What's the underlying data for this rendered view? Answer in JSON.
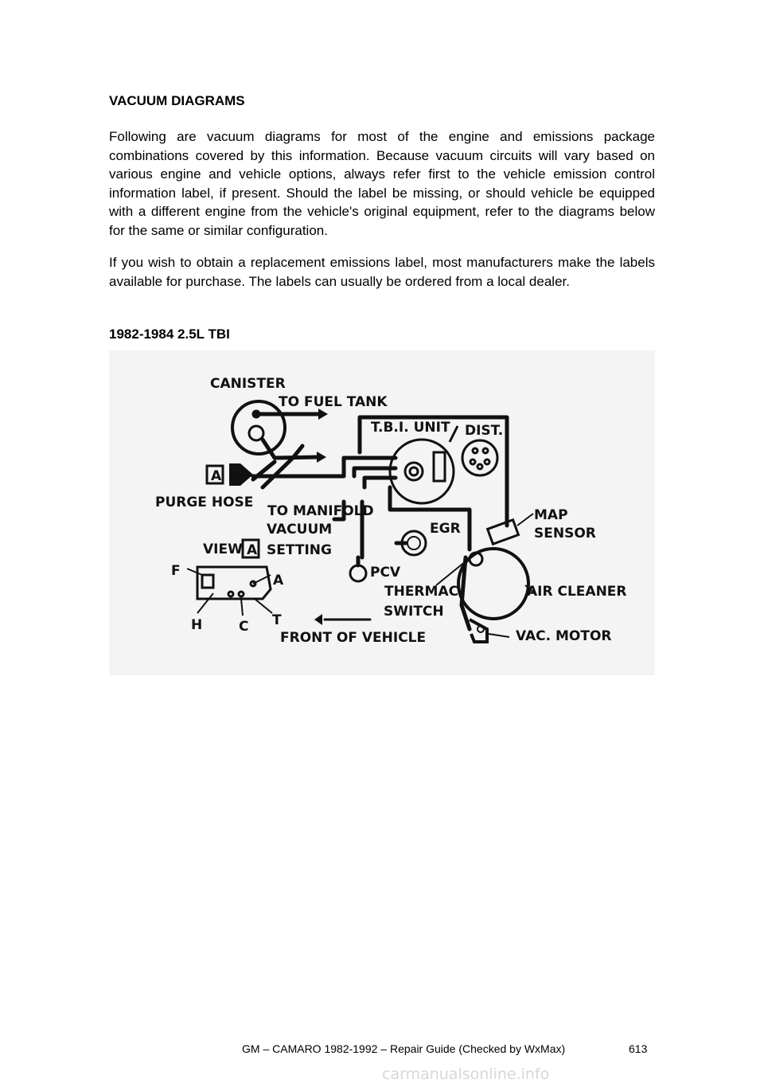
{
  "section_title": "VACUUM DIAGRAMS",
  "paragraphs": [
    "Following are vacuum diagrams for most of the engine and emissions package combinations covered by this information. Because vacuum circuits will vary based on various engine and vehicle options, always refer first to the vehicle emission control information label, if present. Should the label be missing, or should vehicle be equipped with a different engine from the vehicle's original equipment, refer to the diagrams below for the same or similar configuration.",
    "If you wish to obtain a replacement emissions label, most manufacturers make the labels available for purchase. The labels can usually be ordered from a local dealer."
  ],
  "subsection_title": "1982-1984 2.5L TBI",
  "diagram_labels": {
    "canister": "CANISTER",
    "to_fuel_tank": "TO FUEL TANK",
    "tbi_unit": "T.B.I. UNIT",
    "dist": "DIST.",
    "view_marker": "A",
    "purge_hose": "PURGE HOSE",
    "to_manifold": "TO MANIFOLD",
    "vacuum": "VACUUM",
    "setting": "SETTING",
    "egr": "EGR",
    "map": "MAP",
    "sensor": "SENSOR",
    "view": "VIEW",
    "pcv": "PCV",
    "thermac": "THERMAC",
    "switch": "SWITCH",
    "air_cleaner": "AIR CLEANER",
    "vac_motor": "VAC. MOTOR",
    "front_of_vehicle": "FRONT OF VEHICLE",
    "port_f": "F",
    "port_a": "A",
    "port_h": "H",
    "port_c": "C",
    "port_t": "T"
  },
  "footer": {
    "text": "GM – CAMARO 1982-1992 – Repair Guide (Checked by WxMax)",
    "page_number": "613"
  },
  "watermark": "carmanualsonline.info"
}
